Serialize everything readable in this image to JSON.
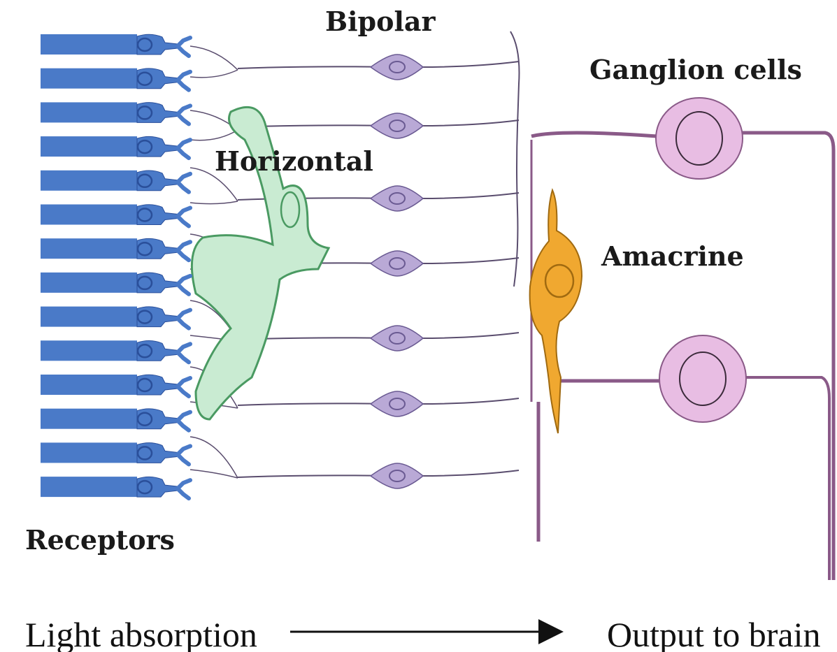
{
  "labels": {
    "bipolar": "Bipolar",
    "ganglion": "Ganglion cells",
    "horizontal": "Horizontal",
    "amacrine": "Amacrine",
    "receptors": "Receptors",
    "input": "Light absorption",
    "output": "Output to brain"
  },
  "colors": {
    "receptor": "#4a7ac8",
    "receptor_dark": "#2a4f9a",
    "bipolar": "#b9a9d6",
    "bipolar_stroke": "#6a5a92",
    "ganglion": "#e8bde3",
    "ganglion_stroke": "#8a5a88",
    "horizontal": "#c9ebd2",
    "horizontal_stroke": "#4a9a62",
    "amacrine": "#f0a830",
    "amacrine_stroke": "#a06a10",
    "wire": "#5a4d6e"
  },
  "icons": {
    "receptor": "rod-receptor-icon",
    "bipolar": "bipolar-cell-icon",
    "ganglion": "ganglion-cell-icon",
    "horizontal": "horizontal-cell-icon",
    "amacrine": "amacrine-cell-icon",
    "arrow": "right-arrow-icon"
  }
}
